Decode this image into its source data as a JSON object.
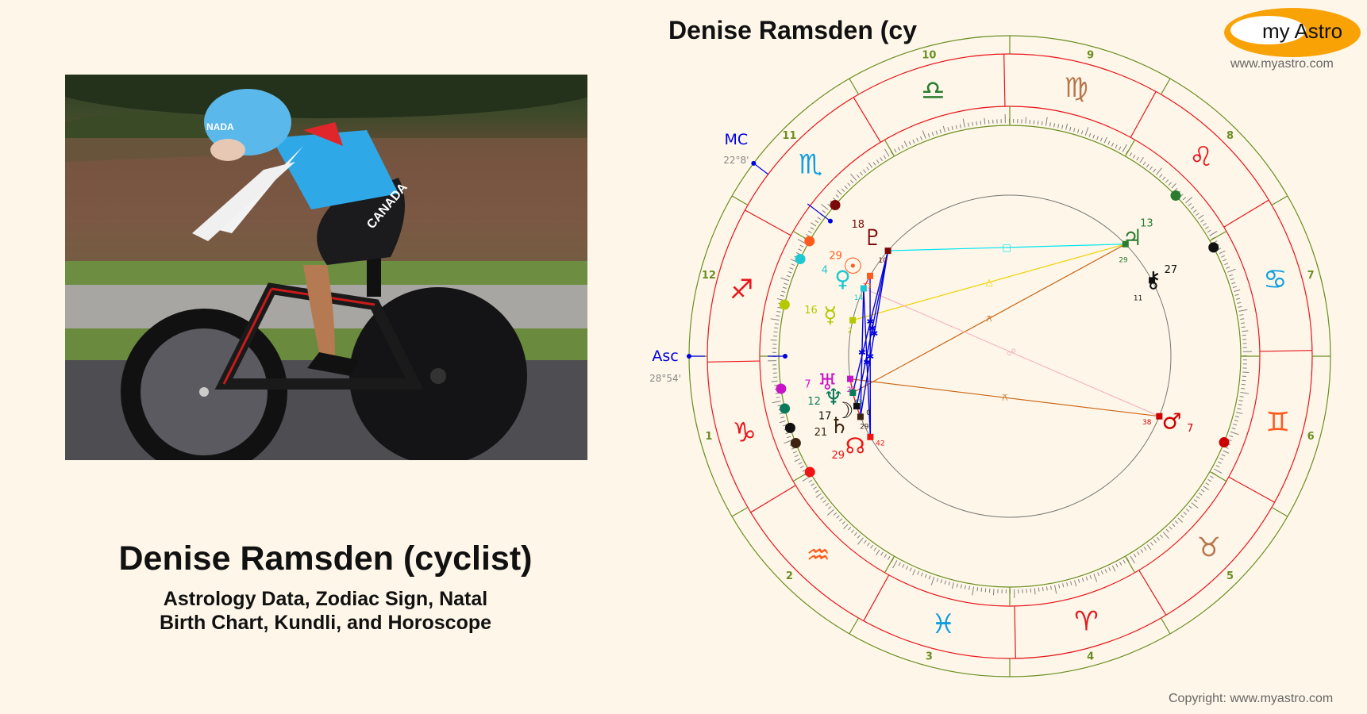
{
  "page": {
    "chart_heading": "Denise Ramsden (cy",
    "person_name": "Denise Ramsden (cyclist)",
    "subtitle_line1": "Astrology Data, Zodiac Sign, Natal",
    "subtitle_line2": "Birth Chart, Kundli, and Horoscope",
    "logo_text": "my Astro",
    "logo_url": "www.myastro.com",
    "copyright": "Copyright: www.myastro.com",
    "photo_alt": "Cyclist in Canada team kit riding a time-trial bike"
  },
  "colors": {
    "background": "#fef7e9",
    "house_ring": "#6b8e23",
    "sign_ring": "#e8141c",
    "tick": "#808080",
    "axis": "#0000e0",
    "logo_orange": "#f9a206"
  },
  "chart_data": {
    "type": "natal-wheel",
    "title": "Denise Ramsden (cy",
    "ascendant": {
      "label": "Asc",
      "value": "28°54'",
      "sign": "Sagittarius"
    },
    "midheaven": {
      "label": "MC",
      "value": "22°8'",
      "sign": "Scorpio"
    },
    "houses": [
      {
        "number": "1"
      },
      {
        "number": "2"
      },
      {
        "number": "3"
      },
      {
        "number": "4"
      },
      {
        "number": "5"
      },
      {
        "number": "6"
      },
      {
        "number": "7"
      },
      {
        "number": "8"
      },
      {
        "number": "9"
      },
      {
        "number": "10"
      },
      {
        "number": "11"
      },
      {
        "number": "12"
      }
    ],
    "signs": [
      {
        "name": "Capricorn",
        "glyph": "♑",
        "color": "#e8141c"
      },
      {
        "name": "Aquarius",
        "glyph": "♒",
        "color": "#ff5a1e"
      },
      {
        "name": "Pisces",
        "glyph": "♓",
        "color": "#119ee0"
      },
      {
        "name": "Aries",
        "glyph": "♈",
        "color": "#e8141c"
      },
      {
        "name": "Taurus",
        "glyph": "♉",
        "color": "#b8764e"
      },
      {
        "name": "Gemini",
        "glyph": "♊",
        "color": "#ff5a1e"
      },
      {
        "name": "Cancer",
        "glyph": "♋",
        "color": "#119ee0"
      },
      {
        "name": "Leo",
        "glyph": "♌",
        "color": "#e8141c"
      },
      {
        "name": "Virgo",
        "glyph": "♍",
        "color": "#b8764e"
      },
      {
        "name": "Libra",
        "glyph": "♎",
        "color": "#2a7d2e"
      },
      {
        "name": "Scorpio",
        "glyph": "♏",
        "color": "#119ee0"
      },
      {
        "name": "Sagittarius",
        "glyph": "♐",
        "color": "#e8141c"
      }
    ],
    "planets": [
      {
        "name": "Pluto",
        "glyph": "♇",
        "sign": "Scorpio",
        "degree": "18",
        "minute": "10",
        "color": "#7a0a0a",
        "angle": 139.1
      },
      {
        "name": "Sun",
        "glyph": "☉",
        "sign": "Scorpio",
        "degree": "29",
        "minute": "13",
        "color": "#ff5a1e",
        "angle": 150.1
      },
      {
        "name": "Venus",
        "glyph": "♀",
        "sign": "Sagittarius",
        "degree": "4",
        "minute": "14",
        "color": "#1ec8d2",
        "angle": 155.1
      },
      {
        "name": "Mercury",
        "glyph": "☿",
        "sign": "Sagittarius",
        "degree": "16",
        "minute": "2",
        "color": "#b5c800",
        "angle": 167.1
      },
      {
        "name": "Uranus",
        "glyph": "♅",
        "sign": "Capricorn",
        "degree": "7",
        "minute": "27",
        "color": "#c814c8",
        "angle": 188.1
      },
      {
        "name": "Neptune",
        "glyph": "♆",
        "sign": "Capricorn",
        "degree": "12",
        "minute": "43",
        "color": "#0a7a5a",
        "angle": 193.1
      },
      {
        "name": "Moon",
        "glyph": "☽",
        "sign": "Capricorn",
        "degree": "17",
        "minute": "0",
        "color": "#111111",
        "angle": 198.1
      },
      {
        "name": "Saturn",
        "glyph": "♄",
        "sign": "Capricorn",
        "degree": "21",
        "minute": "29",
        "color": "#3c2410",
        "angle": 202.1
      },
      {
        "name": "North Node",
        "glyph": "☊",
        "sign": "Capricorn",
        "degree": "29",
        "minute": "42",
        "color": "#f01414",
        "angle": 210.1
      },
      {
        "name": "Mars",
        "glyph": "♂",
        "sign": "Gemini",
        "degree": "7",
        "minute": "38",
        "color": "#cc0000",
        "angle": 338.1
      },
      {
        "name": "Chiron",
        "glyph": "⚷",
        "sign": "Cancer",
        "degree": "27",
        "minute": "11",
        "color": "#111111",
        "angle": 28.1
      },
      {
        "name": "Jupiter",
        "glyph": "♃",
        "sign": "Leo",
        "degree": "13",
        "minute": "29",
        "color": "#2a7d2e",
        "angle": 44.1
      }
    ],
    "aspects": [
      {
        "from": "Pluto",
        "to": "Jupiter",
        "type": "square",
        "symbol": "□",
        "color": "#00e5ee"
      },
      {
        "from": "Mercury",
        "to": "Jupiter",
        "type": "trine",
        "symbol": "△",
        "color": "#f0d200"
      },
      {
        "from": "Neptune",
        "to": "Jupiter",
        "type": "quincunx",
        "symbol": "⚻",
        "color": "#c86414"
      },
      {
        "from": "Uranus",
        "to": "Mars",
        "type": "quincunx",
        "symbol": "⚻",
        "color": "#c86414"
      },
      {
        "from": "Venus",
        "to": "Mars",
        "type": "opposition",
        "symbol": "☍",
        "color": "#f4b4c0"
      },
      {
        "from": "Pluto",
        "to": "Moon",
        "type": "sextile",
        "symbol": "✱",
        "color": "#0000e0"
      },
      {
        "from": "Pluto",
        "to": "Saturn",
        "type": "sextile",
        "symbol": "✱",
        "color": "#0000e0"
      },
      {
        "from": "Pluto",
        "to": "Neptune",
        "type": "sextile",
        "symbol": "✱",
        "color": "#0000e0"
      },
      {
        "from": "Sun",
        "to": "North Node",
        "type": "sextile",
        "symbol": "✱",
        "color": "#0000e0"
      },
      {
        "from": "Venus",
        "to": "North Node",
        "type": "sextile",
        "symbol": "✱",
        "color": "#0000e0"
      },
      {
        "from": "Venus",
        "to": "Saturn",
        "type": "sextile",
        "symbol": "✱",
        "color": "#0000e0"
      },
      {
        "from": "Sun",
        "to": "Venus",
        "type": "conjunction",
        "symbol": "☌",
        "color": "#e8141c"
      },
      {
        "from": "Uranus",
        "to": "Neptune",
        "type": "conjunction",
        "symbol": "☌",
        "color": "#e8141c"
      },
      {
        "from": "Neptune",
        "to": "Moon",
        "type": "conjunction",
        "symbol": "☌",
        "color": "#e8141c"
      },
      {
        "from": "Moon",
        "to": "Saturn",
        "type": "conjunction",
        "symbol": "☌",
        "color": "#e8141c"
      }
    ],
    "geometry": {
      "center": [
        1272,
        449
      ],
      "r_outer_house": 404,
      "r_outer_sign": 381,
      "r_inner_sign": 315,
      "r_tick_ring": 291,
      "r_aspect": 203,
      "asc_angle": 180,
      "first_sign_cusp_angle": 181.1
    }
  }
}
